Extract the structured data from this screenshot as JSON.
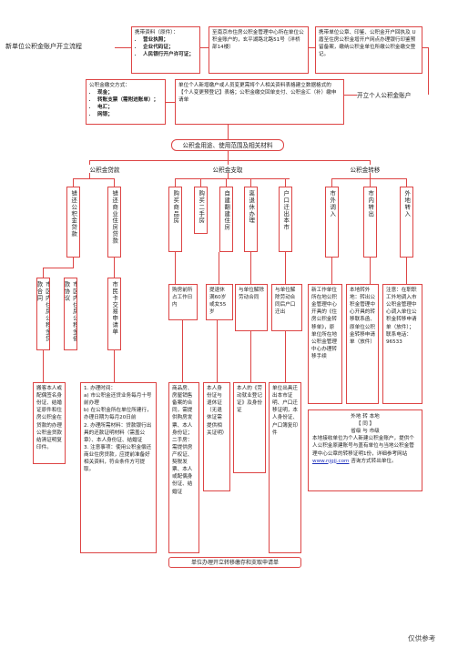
{
  "start_label": "新单位公积金账户开立流程",
  "top": {
    "box1_title": "携带资料（原件）：",
    "box1_items": [
      "营业执照；",
      "企业代码证；",
      "人民银行开户许可证；"
    ],
    "box2_text": "至南京市住房公积金管理中心所在单位公积金账户的，玄平湖路北路51号（洋桥部14楼）",
    "box3_text": "携带单位公章、印鉴、公积金开户回执及 U 盾至住房公积金增开户网点办理银行印鉴预留备案，缴纳公积金单位所缴公积金缴交登记。",
    "mid_left_title": "公积金缴交方式：",
    "mid_left_items": [
      "现金；",
      "转账支票（需附进账单）；",
      "电汇；",
      "网银；"
    ],
    "mid_center": "单位个人新增缴户或人员变更需将个人相关资料表格建立数据格式的【个人变更预登记】表格；公积金缴交回单支付、公积金汇（补）缴申请单",
    "mid_right": "开立个人公积金账户"
  },
  "banner": "公积金用途、使用范围及相关材料",
  "categories": {
    "loan": "公积金贷款",
    "withdraw": "公积金支取",
    "transfer": "公积金转移"
  },
  "loan_cols": [
    "错还公积金贷款",
    "错还商业住房贷款"
  ],
  "loan_sub": [
    "市区内住房公积金贷款合同",
    "市区内住房公积金借款协议",
    "市民卡交易申请单"
  ],
  "withdraw_cols": [
    "购买商品房",
    "购买二手房",
    "自建翻建住房",
    "离退休办理",
    "户口迁出本市"
  ],
  "withdraw_sub": [
    "购房前所占工作日内",
    "提退休满60岁或女55岁",
    "与单位解除劳动合同",
    "与单位解除劳动合同后户口迁出"
  ],
  "transfer_cols": [
    "市外调入",
    "市内转出",
    "外地转入"
  ],
  "details": {
    "d1": "搬客本人或配偶签名身份证、结婚证原件和住房公积金在贷款的办理公积金贷款结清证明复印件。",
    "d2_items": [
      "1. 办理时间：",
      "a) 市公积金还贷业务每月十号前办理",
      "b) 在公积金所在单位所建行，办理日期为每月20日前",
      "2. 办理所需材料：贷款银行出具的还款证明材料（需盖公章）、本人身份证、结婚证",
      "3. 注意事项：使用公积金偿还商业住房贷款，应提前准备好相关资料，符合条件方可提取。"
    ],
    "d3": "商品房、房屋销售备案的合同，需提供购房发票、本人身份证；二手房：需提供房产权证、契税发票、本人或配偶身份证、结婚证",
    "d4": "本人身份证与退休证（无退休证需提供相关证明）",
    "d5": "本人的《劳动就业登记证》及身份证",
    "d6": "单位出具迁出本市证明、户口迁移证明，本人身份证、户口簿复印件",
    "d7": "新工作单位所在地公积金管理中心开具的《住房公积金转移单》，原单位所在地公积金管理中心办理转移手续",
    "d8": "本地转外地：转出公积金管理中心开具的转移联系函、原单位公积金转移申请单（放件）",
    "d9": "注意：在职职工外地调入市公积金管理中心调入单位公积金转移申请单（放件）；联系电话：96533"
  },
  "right_note": {
    "head": "外地 转 本地",
    "sub": "【 同 】",
    "sub2": "省级 与 市级",
    "body": "本地接收单位为个人新建公积金账户，提供个人公积金原建账号与盖有单位与当地公积金管理中心公章的转移证明1份，详细参考网站",
    "url": "www.njgjj.com",
    "tail": "咨询方式转出单位。"
  },
  "bottom_bar": "单位办理开立转移缴存和支取申请单",
  "footer": "仅供参考"
}
